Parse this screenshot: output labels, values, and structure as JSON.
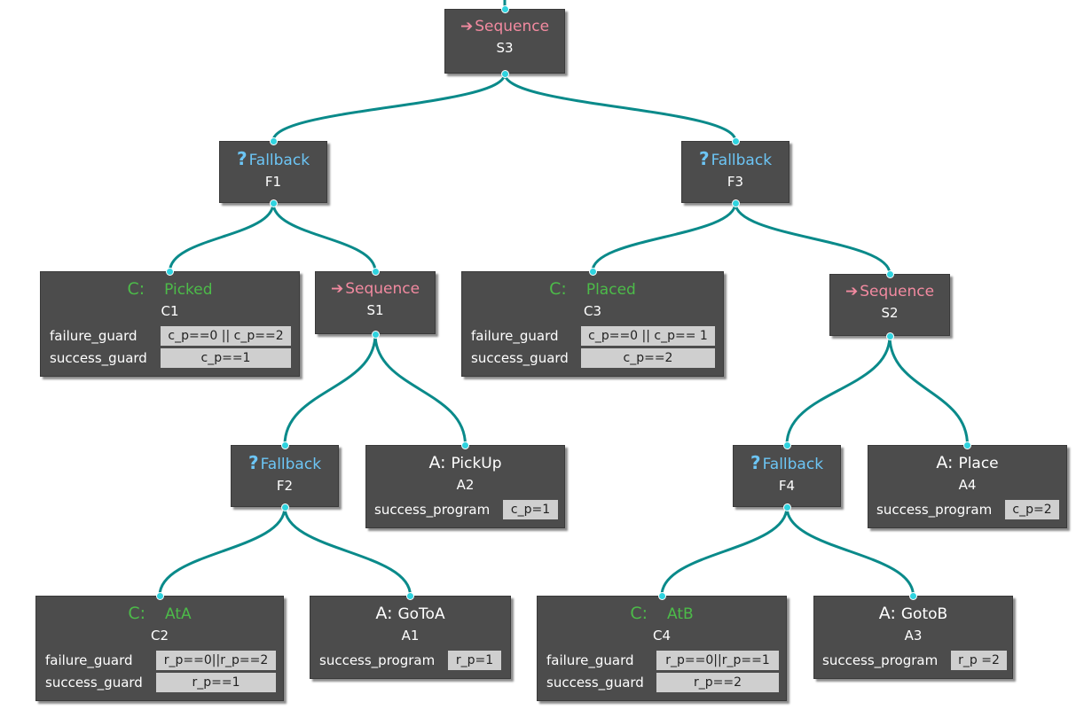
{
  "nodes": {
    "S3": {
      "kind": "sequence",
      "label": "Sequence",
      "id": "S3"
    },
    "F1": {
      "kind": "fallback",
      "label": "Fallback",
      "id": "F1"
    },
    "F3": {
      "kind": "fallback",
      "label": "Fallback",
      "id": "F3"
    },
    "C1": {
      "kind": "condition",
      "label": "Picked",
      "id": "C1",
      "failure_guard": "c_p==0 || c_p==2",
      "success_guard": "c_p==1"
    },
    "S1": {
      "kind": "sequence",
      "label": "Sequence",
      "id": "S1"
    },
    "C3": {
      "kind": "condition",
      "label": "Placed",
      "id": "C3",
      "failure_guard": "c_p==0 || c_p== 1",
      "success_guard": "c_p==2"
    },
    "S2": {
      "kind": "sequence",
      "label": "Sequence",
      "id": "S2"
    },
    "F2": {
      "kind": "fallback",
      "label": "Fallback",
      "id": "F2"
    },
    "A2": {
      "kind": "action",
      "label": "PickUp",
      "id": "A2",
      "success_program": "c_p=1"
    },
    "F4": {
      "kind": "fallback",
      "label": "Fallback",
      "id": "F4"
    },
    "A4": {
      "kind": "action",
      "label": "Place",
      "id": "A4",
      "success_program": "c_p=2"
    },
    "C2": {
      "kind": "condition",
      "label": "AtA",
      "id": "C2",
      "failure_guard": "r_p==0||r_p==2",
      "success_guard": "r_p==1"
    },
    "A1": {
      "kind": "action",
      "label": "GoToA",
      "id": "A1",
      "success_program": "r_p=1"
    },
    "C4": {
      "kind": "condition",
      "label": "AtB",
      "id": "C4",
      "failure_guard": "r_p==0||r_p==1",
      "success_guard": "r_p==2"
    },
    "A3": {
      "kind": "action",
      "label": "GotoB",
      "id": "A3",
      "success_program": "r_p =2"
    }
  },
  "symbols": {
    "sequence": "➔",
    "fallback": "?",
    "condition": "C:",
    "action": "A:"
  },
  "field_labels": {
    "failure_guard": "failure_guard",
    "success_guard": "success_guard",
    "success_program": "success_program"
  },
  "edges": [
    [
      "S3",
      "F1"
    ],
    [
      "S3",
      "F3"
    ],
    [
      "F1",
      "C1"
    ],
    [
      "F1",
      "S1"
    ],
    [
      "F3",
      "C3"
    ],
    [
      "F3",
      "S2"
    ],
    [
      "S1",
      "F2"
    ],
    [
      "S1",
      "A2"
    ],
    [
      "S2",
      "F4"
    ],
    [
      "S2",
      "A4"
    ],
    [
      "F2",
      "C2"
    ],
    [
      "F2",
      "A1"
    ],
    [
      "F4",
      "C4"
    ],
    [
      "F4",
      "A3"
    ]
  ],
  "colors": {
    "edge": "#0a8a8a",
    "port": "#2fd3df",
    "node_bg": "#4c4c4c",
    "sequence": "#f28aa0",
    "fallback": "#6cc5f5",
    "condition": "#4cbb49"
  }
}
